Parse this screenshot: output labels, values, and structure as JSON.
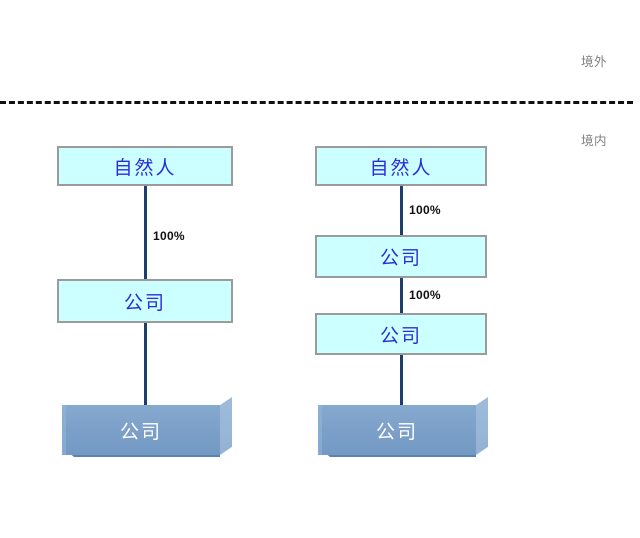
{
  "zones": {
    "offshore_label": "境外",
    "onshore_label": "境内"
  },
  "colors": {
    "node_fill": "#ccffff",
    "node_border": "#9b9b9b",
    "node_text": "#2b2ddb",
    "node3d_front": "#7b9fc8",
    "node3d_side": "#9fbbd9",
    "node3d_bottom": "#5d83ad",
    "node3d_text": "#ffffff",
    "connector": "#1d3f6b",
    "zone_text": "#808080",
    "divider": "#101010"
  },
  "structures": [
    {
      "id": "left-structure",
      "nodes": [
        {
          "label": "自然人",
          "type": "flat"
        },
        {
          "label": "公司",
          "type": "flat"
        },
        {
          "label": "公司",
          "type": "box3d"
        }
      ],
      "edges": [
        {
          "label": "100%"
        },
        {
          "label": ""
        }
      ]
    },
    {
      "id": "right-structure",
      "nodes": [
        {
          "label": "自然人",
          "type": "flat"
        },
        {
          "label": "公司",
          "type": "flat"
        },
        {
          "label": "公司",
          "type": "flat"
        },
        {
          "label": "公司",
          "type": "box3d"
        }
      ],
      "edges": [
        {
          "label": "100%"
        },
        {
          "label": "100%"
        },
        {
          "label": ""
        }
      ]
    }
  ]
}
